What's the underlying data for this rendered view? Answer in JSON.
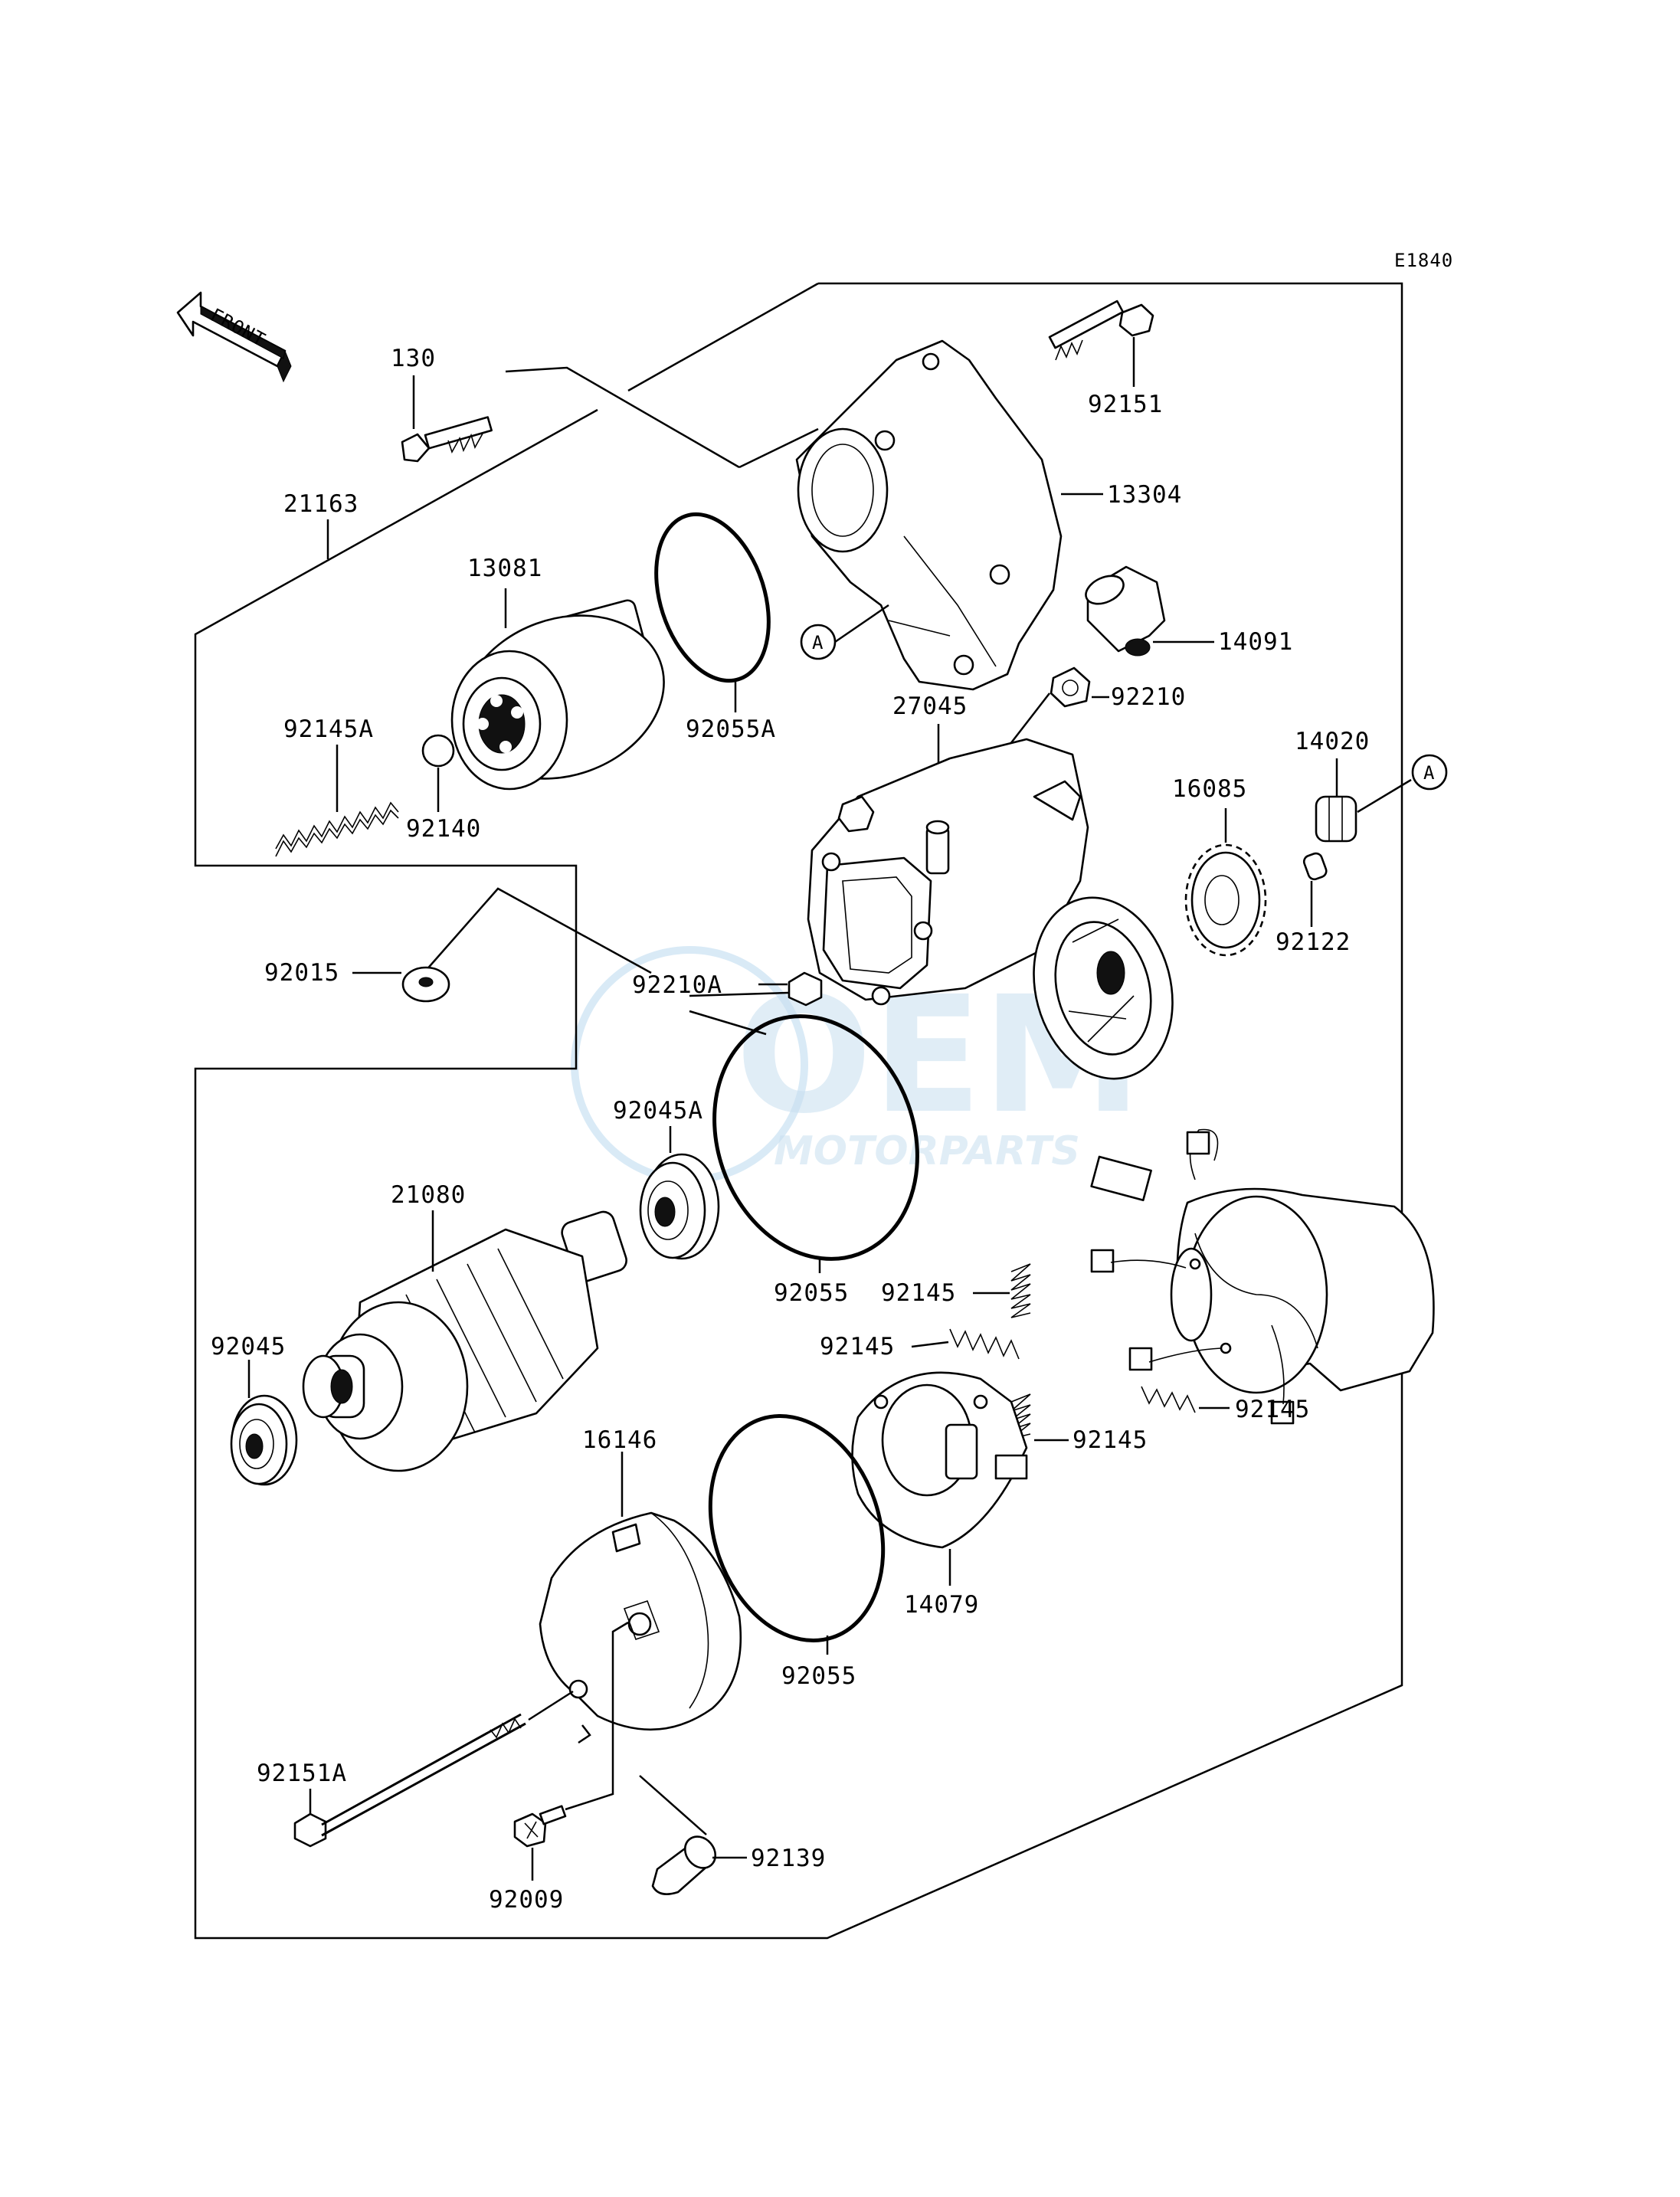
{
  "diagram_code": "E1840",
  "front_label": "FRONT",
  "watermark": {
    "brand": "OEM",
    "sub": "MOTORPARTS"
  },
  "reference_mark": "A",
  "callouts": {
    "p130": "130",
    "p21163": "21163",
    "p13081": "13081",
    "p92145A": "92145A",
    "p92140": "92140",
    "p92055A": "92055A",
    "p92151": "92151",
    "p13304": "13304",
    "p14091": "14091",
    "p92210": "92210",
    "p27045": "27045",
    "p14020": "14020",
    "p16085": "16085",
    "p92122": "92122",
    "p92015": "92015",
    "p92210A": "92210A",
    "p92045A": "92045A",
    "p21080": "21080",
    "p92055_upper": "92055",
    "p92045": "92045",
    "p92145_a": "92145",
    "p92145_b": "92145",
    "p92145_c": "92145",
    "p92145_d": "92145",
    "p16146": "16146",
    "p14079": "14079",
    "p92055_lower": "92055",
    "p92151A": "92151A",
    "p92139": "92139",
    "p92009": "92009"
  }
}
